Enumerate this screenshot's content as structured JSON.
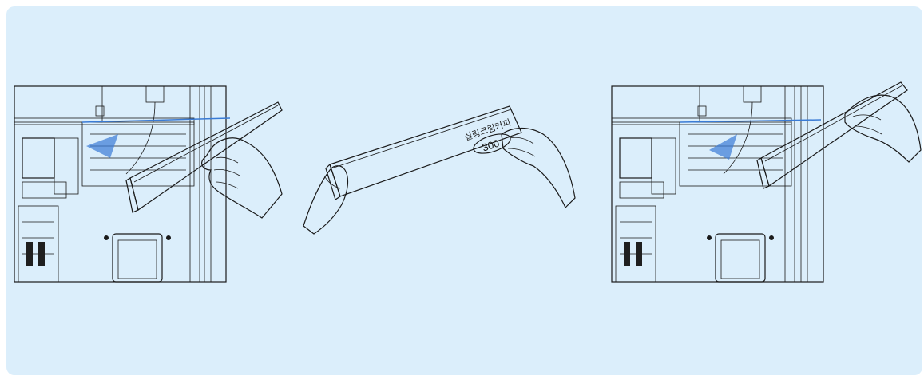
{
  "panel": {
    "background": "#dbeefb"
  },
  "steps": [
    {
      "name": "remove-cover-step",
      "description": ""
    },
    {
      "name": "cover-label-step",
      "description": ""
    },
    {
      "name": "insert-cover-step",
      "description": ""
    }
  ],
  "cover_label": {
    "text": "실링크림커피",
    "number": "300"
  },
  "colors": {
    "cover_fill": "#b9dcf5",
    "cover_edge": "#1a1a1a",
    "machine_fill": "#f2f5f7",
    "accent_blue": "#3a7bd5"
  }
}
